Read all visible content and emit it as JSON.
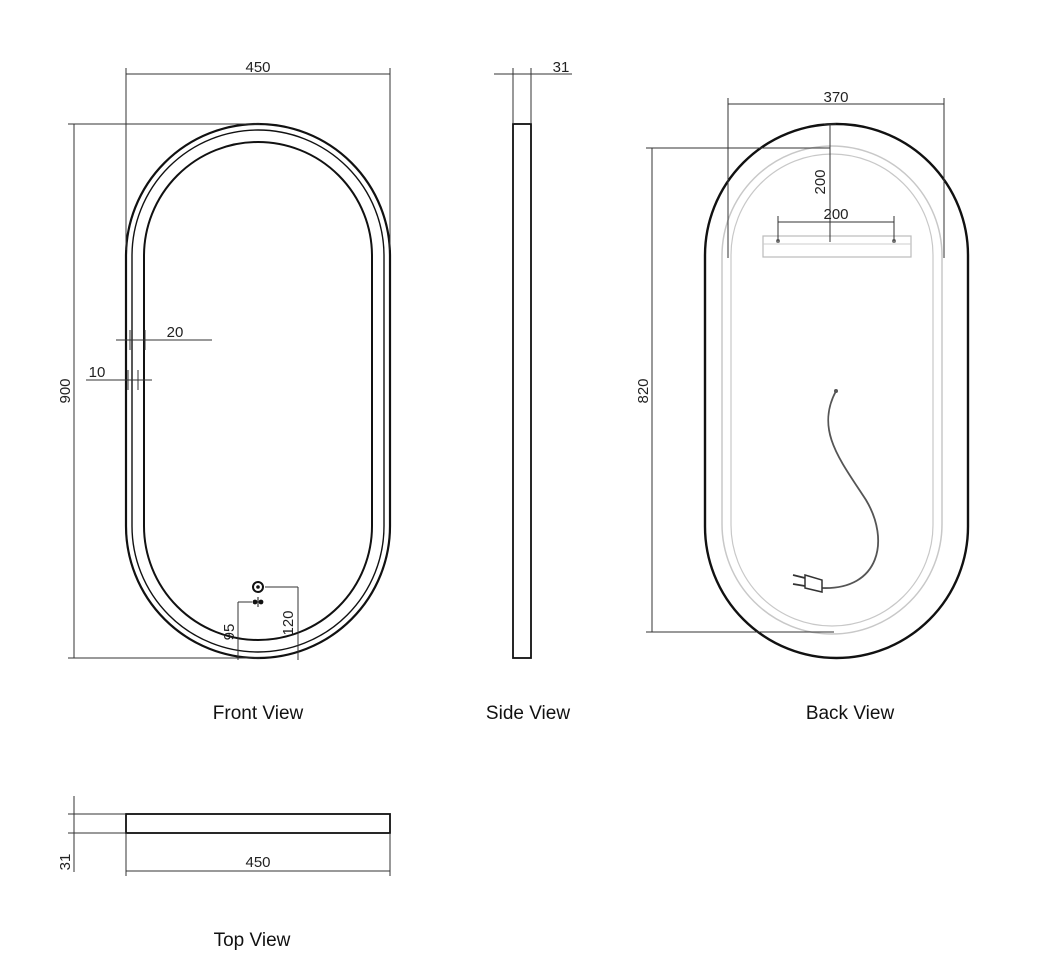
{
  "views": {
    "front": {
      "caption": "Front View",
      "dims": {
        "width": "450",
        "height": "900",
        "frame_outer": "10",
        "frame_inner": "20",
        "button_bottom": "95",
        "button_top": "120"
      }
    },
    "side": {
      "caption": "Side View",
      "dims": {
        "depth": "31"
      }
    },
    "back": {
      "caption": "Back View",
      "dims": {
        "bracket_width": "370",
        "bracket_top": "200",
        "hole_spacing": "200",
        "bracket_height": "820"
      }
    },
    "top": {
      "caption": "Top View",
      "dims": {
        "width": "450",
        "depth": "31"
      }
    }
  }
}
